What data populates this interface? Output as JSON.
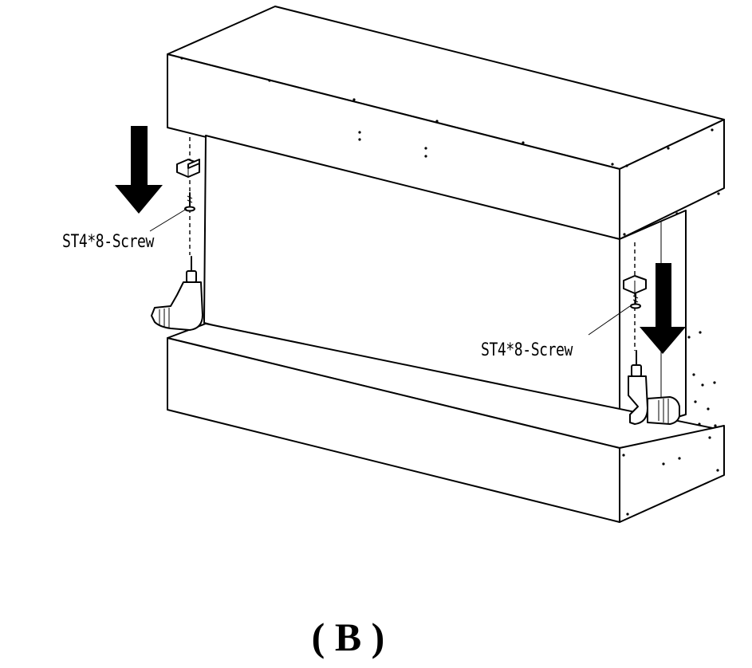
{
  "diagram": {
    "callouts": {
      "left_screw": "ST4*8-Screw",
      "right_screw": "ST4*8-Screw"
    },
    "caption": "( B )",
    "icons": [
      "down-arrow-icon",
      "power-drill-icon",
      "screw-icon",
      "mounting-bracket-icon"
    ]
  }
}
